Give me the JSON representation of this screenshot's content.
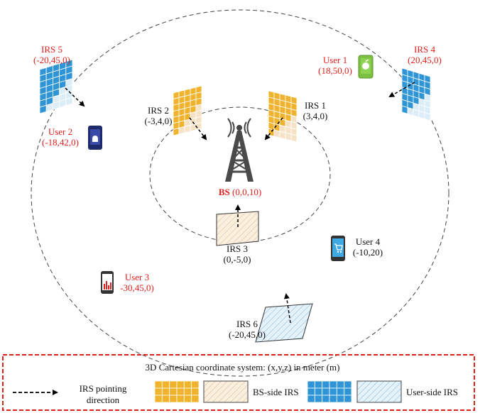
{
  "nodes": {
    "bs": {
      "name": "BS",
      "coords": "(0,0,10)"
    },
    "irs1": {
      "name": "IRS 1",
      "coords": "(3,4,0)"
    },
    "irs2": {
      "name": "IRS 2",
      "coords": "(-3,4,0)"
    },
    "irs3": {
      "name": "IRS 3",
      "coords": "(0,-5,0)"
    },
    "irs4": {
      "name": "IRS 4",
      "coords": "(20,45,0)"
    },
    "irs5": {
      "name": "IRS 5",
      "coords": "(-20,45,0)"
    },
    "irs6": {
      "name": "IRS 6",
      "coords": "(-20,45,0)"
    },
    "user1": {
      "name": "User 1",
      "coords": "(18,50,0)"
    },
    "user2": {
      "name": "User 2",
      "coords": "(-18,42,0)"
    },
    "user3": {
      "name": "User 3",
      "coords": "-30,45,0)"
    },
    "user4": {
      "name": "User 4",
      "coords": "(-10,20)"
    }
  },
  "legend": {
    "title": "3D Cartesian coordinate system: (x,y,z) in meter (m)",
    "pointing_line1": "IRS pointing",
    "pointing_line2": "direction",
    "bs_side": "BS-side IRS",
    "user_side": "User-side IRS"
  },
  "colors": {
    "red_text": "#e0211d",
    "bs_side_irs": "#f0b32e",
    "bs_side_irs_passive": "#f6e2c6",
    "user_side_irs": "#2f95d6",
    "user_side_irs_passive": "#dcedf7",
    "legend_border": "#e0211d"
  },
  "icons": {
    "bs": "base-station-tower-icon",
    "user1": "apple-phone-icon",
    "user2": "android-phone-icon",
    "user3": "chart-phone-icon",
    "user4": "shopping-cart-phone-icon"
  }
}
